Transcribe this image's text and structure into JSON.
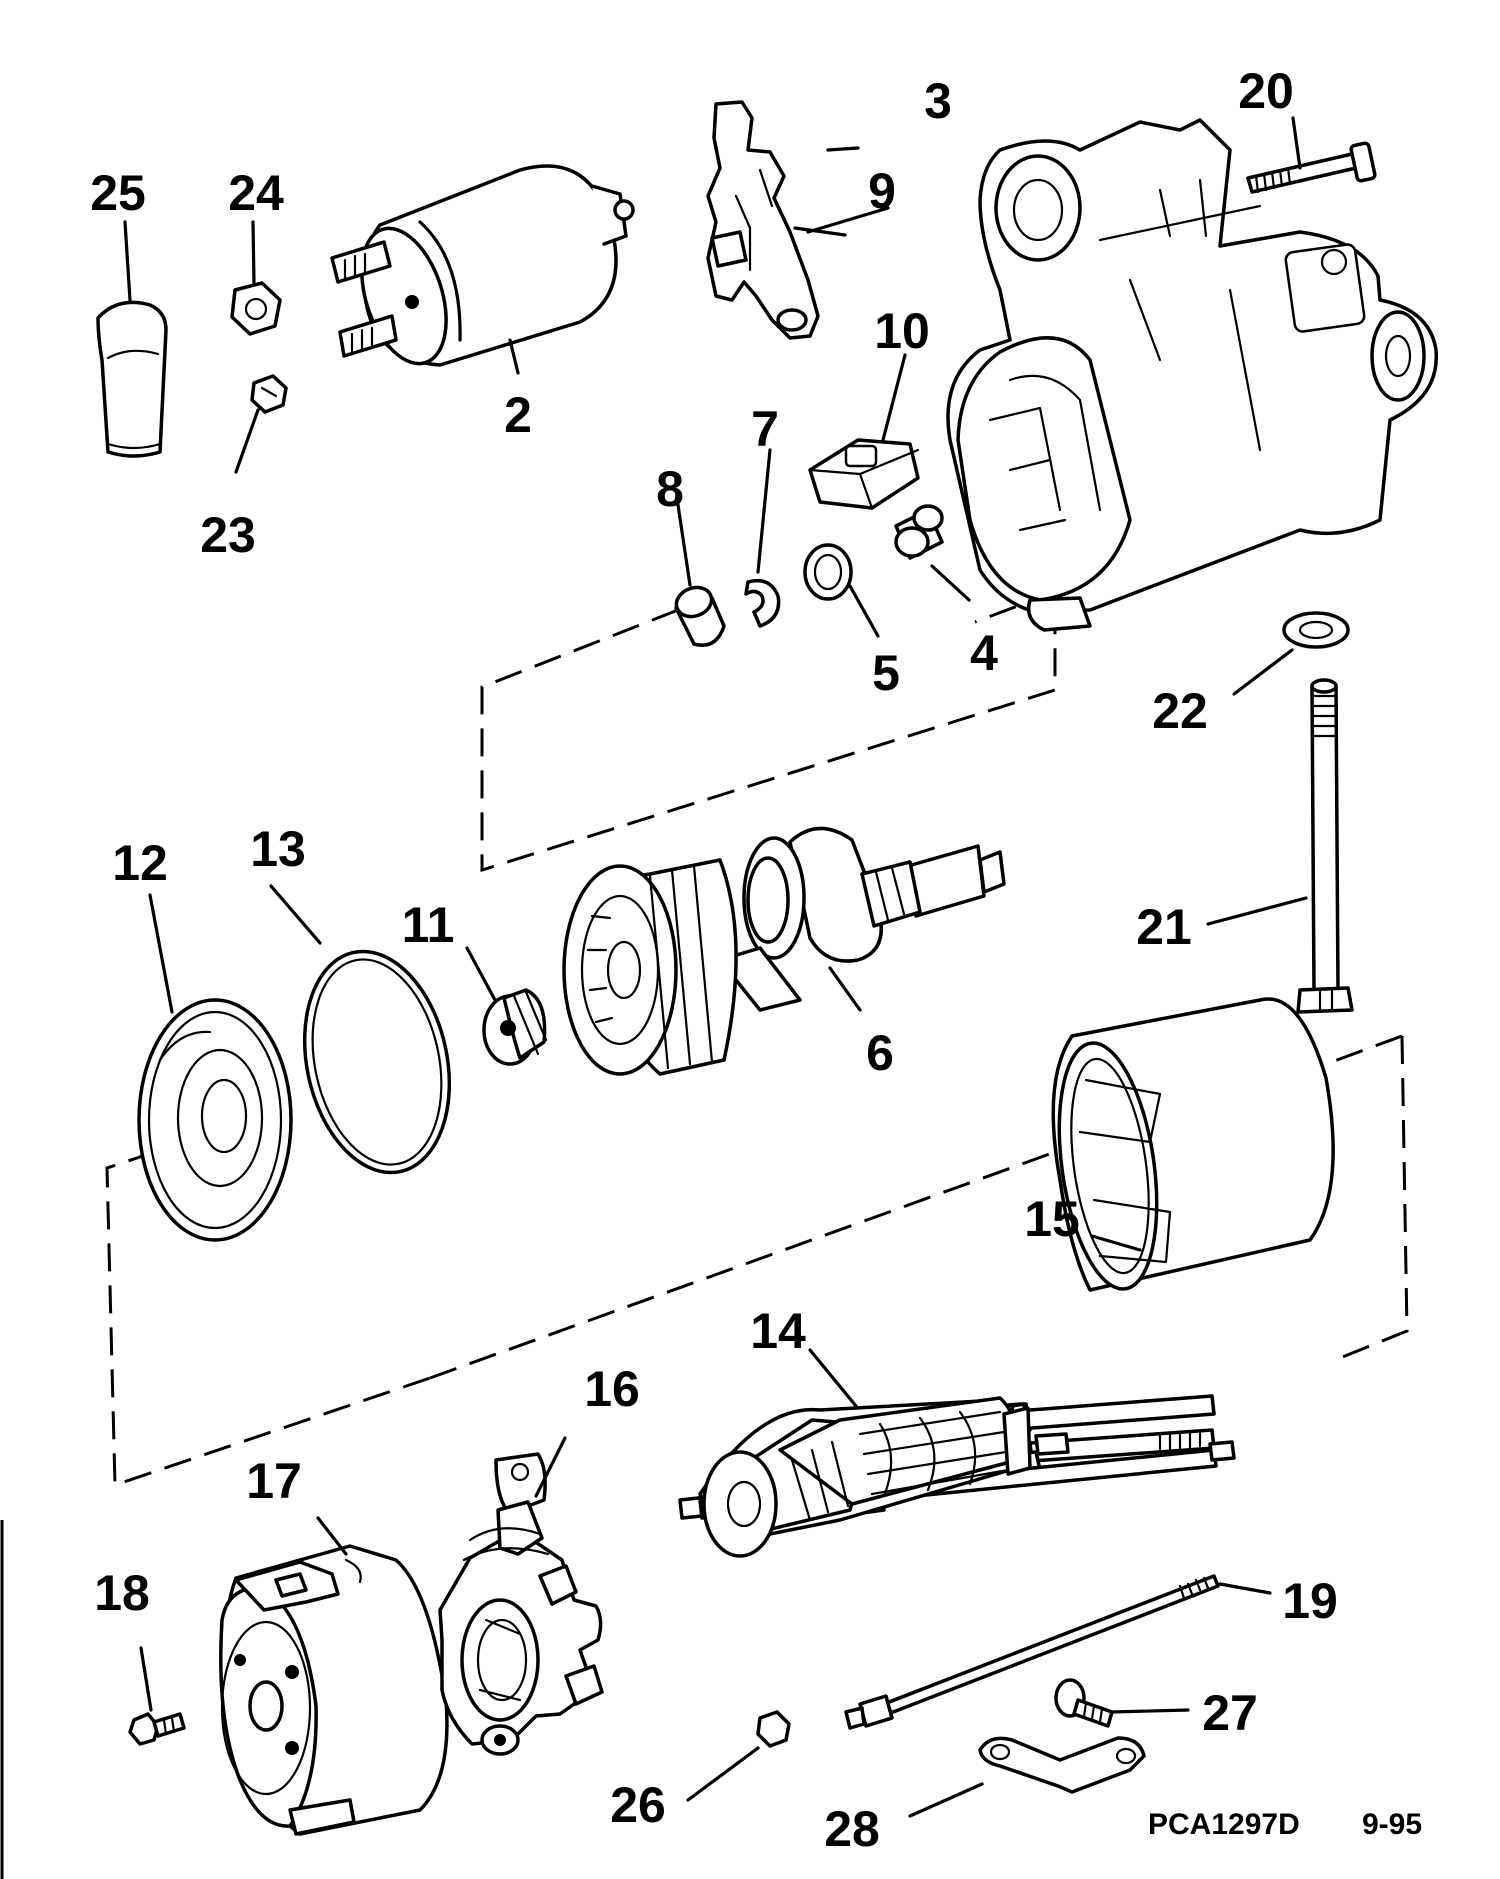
{
  "callouts": [
    "2",
    "3",
    "4",
    "5",
    "6",
    "7",
    "8",
    "9",
    "10",
    "11",
    "12",
    "13",
    "14",
    "15",
    "16",
    "17",
    "18",
    "19",
    "20",
    "21",
    "22",
    "23",
    "24",
    "25",
    "26",
    "27",
    "28"
  ],
  "caption": {
    "code": "PCA1297D",
    "date": "9-95"
  }
}
